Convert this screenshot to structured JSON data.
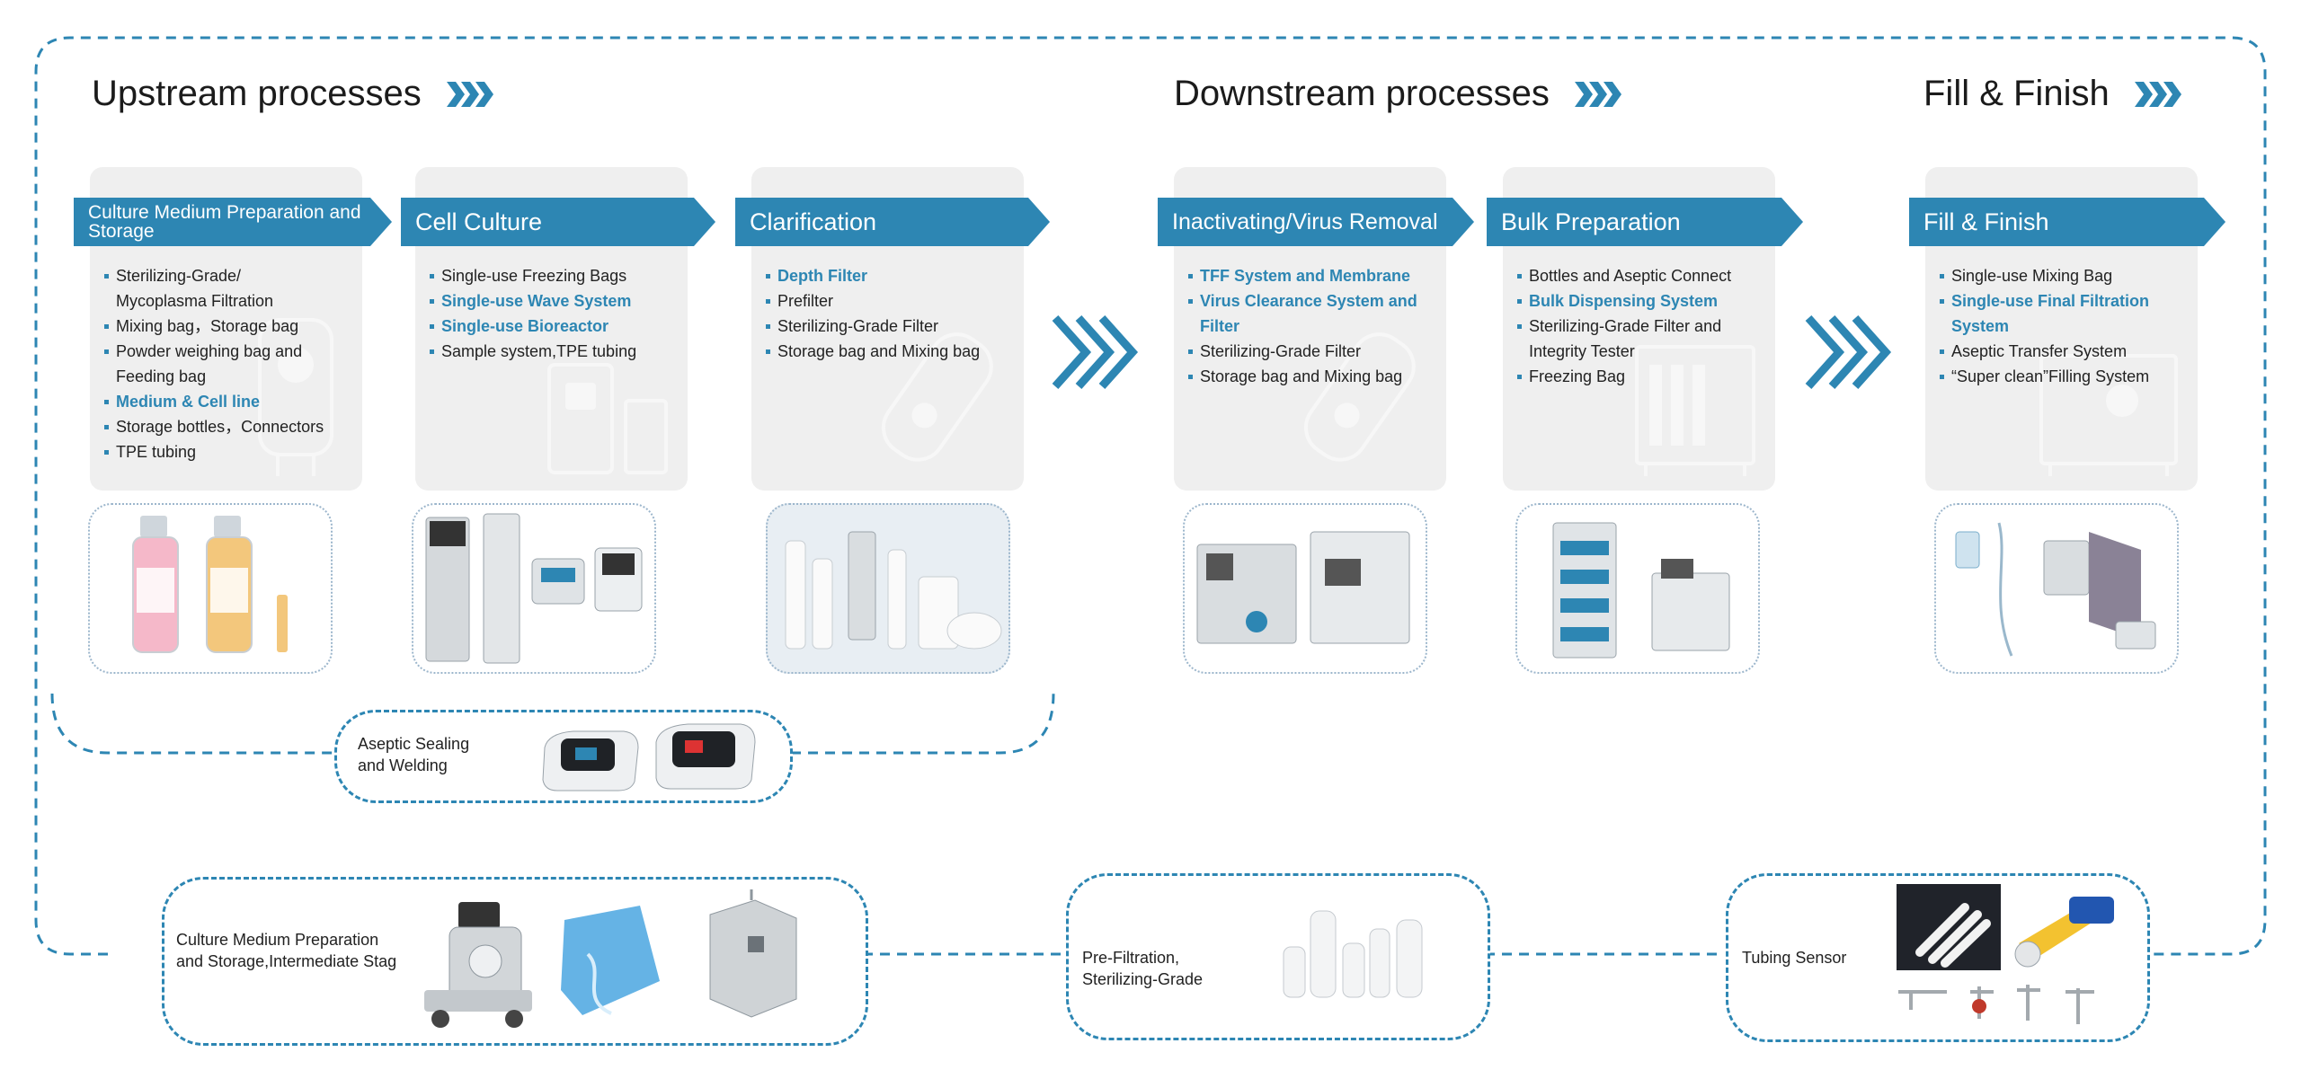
{
  "accent_color": "#2d86b3",
  "sections": [
    {
      "title": "Upstream processes"
    },
    {
      "title": "Downstream processes"
    },
    {
      "title": "Fill & Finish"
    }
  ],
  "stages": [
    {
      "title": "Culture Medium Preparation and Storage",
      "items": [
        {
          "text": "Sterilizing-Grade/ Mycoplasma Filtration",
          "highlight": false
        },
        {
          "text": "Mixing bag，Storage bag",
          "highlight": false
        },
        {
          "text": "Powder weighing bag and Feeding bag",
          "highlight": false
        },
        {
          "text": "Medium & Cell line",
          "highlight": true
        },
        {
          "text": "Storage bottles，Connectors",
          "highlight": false
        },
        {
          "text": "TPE tubing",
          "highlight": false
        }
      ]
    },
    {
      "title": "Cell Culture",
      "items": [
        {
          "text": "Single-use Freezing Bags",
          "highlight": false
        },
        {
          "text": "Single-use Wave System",
          "highlight": true
        },
        {
          "text": "Single-use Bioreactor",
          "highlight": true
        },
        {
          "text": "Sample system,TPE tubing",
          "highlight": false
        }
      ]
    },
    {
      "title": "Clarification",
      "items": [
        {
          "text": "Depth Filter",
          "highlight": true
        },
        {
          "text": "Prefilter",
          "highlight": false
        },
        {
          "text": "Sterilizing-Grade Filter",
          "highlight": false
        },
        {
          "text": "Storage bag and Mixing bag",
          "highlight": false
        }
      ]
    },
    {
      "title": "Inactivating/Virus Removal",
      "items": [
        {
          "text": "TFF System and Membrane",
          "highlight": true
        },
        {
          "text": "Virus Clearance System and Filter",
          "highlight": true
        },
        {
          "text": "Sterilizing-Grade Filter",
          "highlight": false
        },
        {
          "text": "Storage bag and Mixing bag",
          "highlight": false
        }
      ]
    },
    {
      "title": "Bulk Preparation",
      "items": [
        {
          "text": "Bottles and Aseptic Connect",
          "highlight": false
        },
        {
          "text": "Bulk Dispensing System",
          "highlight": true
        },
        {
          "text": "Sterilizing-Grade Filter and Integrity Tester",
          "highlight": false
        },
        {
          "text": "Freezing Bag",
          "highlight": false
        }
      ]
    },
    {
      "title": "Fill & Finish",
      "items": [
        {
          "text": "Single-use Mixing Bag",
          "highlight": false
        },
        {
          "text": "Single-use Final Filtration System",
          "highlight": true
        },
        {
          "text": "Aseptic Transfer System",
          "highlight": false
        },
        {
          "text": "“Super clean”Filling System",
          "highlight": false
        }
      ]
    }
  ],
  "aseptic_box": {
    "label": "Aseptic Sealing\nand Welding"
  },
  "support_boxes": [
    {
      "label": "Culture Medium Preparation\nand Storage,Intermediate Stag"
    },
    {
      "label": "Pre-Filtration,\nSterilizing-Grade"
    },
    {
      "label": "Tubing Sensor"
    }
  ]
}
